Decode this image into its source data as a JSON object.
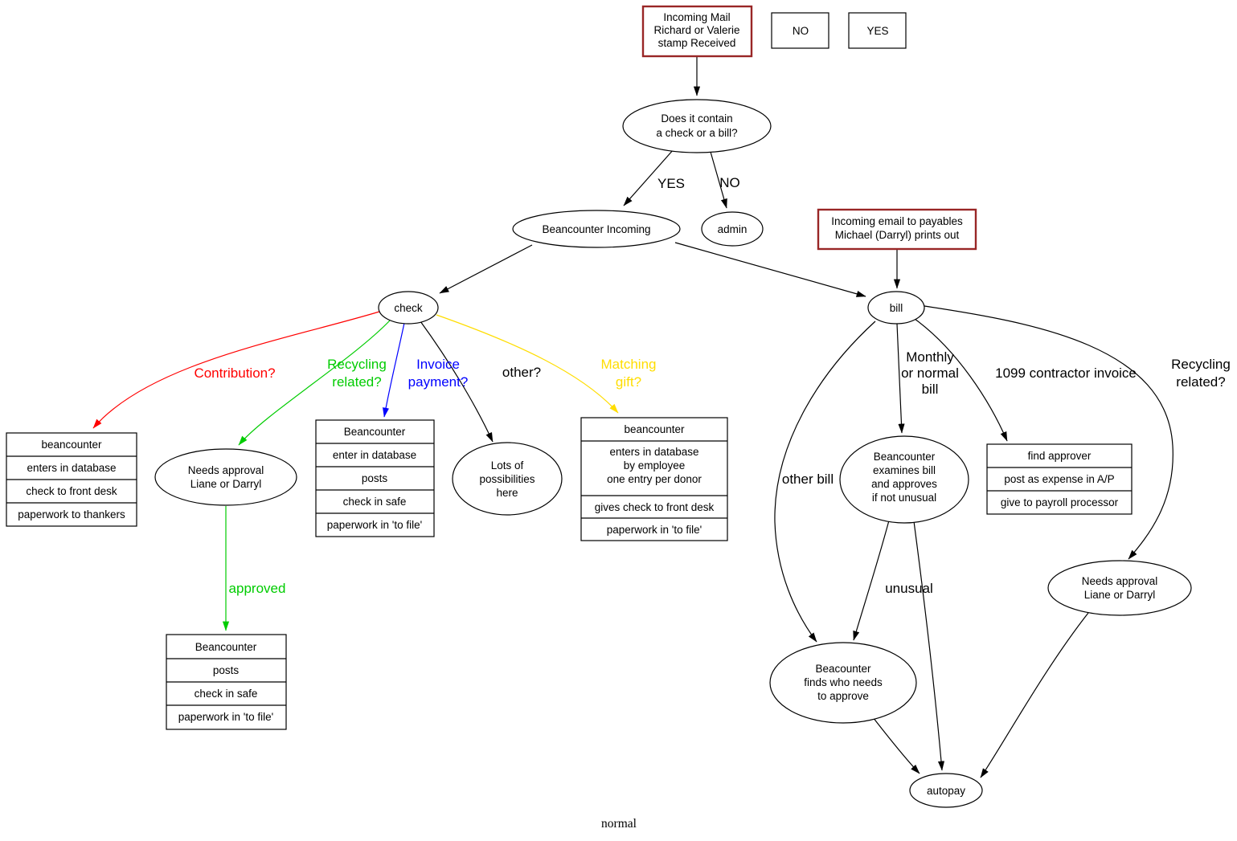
{
  "graph_label": "normal",
  "legend": {
    "no": "NO",
    "yes": "YES"
  },
  "colors": {
    "highlight_border": "#992626",
    "edge_red": "#ff0000",
    "edge_green": "#00cc00",
    "edge_blue": "#0000ff",
    "edge_yellow": "#ffdd00",
    "edge_black": "#000000"
  },
  "nodes": {
    "incoming_mail": [
      "Incoming Mail",
      "Richard or Valerie",
      "stamp Received"
    ],
    "does_it_contain": [
      "Does it contain",
      "a check or a bill?"
    ],
    "beancounter_incoming": "Beancounter Incoming",
    "admin": "admin",
    "incoming_email": [
      "Incoming email to payables",
      "Michael (Darryl) prints out"
    ],
    "check": "check",
    "bill": "bill",
    "contribution_steps": [
      "beancounter",
      "enters in database",
      "check to front desk",
      "paperwork to thankers"
    ],
    "needs_approval_left": [
      "Needs approval",
      "Liane or Darryl"
    ],
    "invoice_steps": [
      "Beancounter",
      "enter in database",
      "posts",
      "check in safe",
      "paperwork in 'to file'"
    ],
    "lots_of_possibilities": [
      "Lots of",
      "possibilities",
      "here"
    ],
    "matching_row1": "beancounter",
    "matching_row2": [
      "enters in database",
      "by employee",
      "one entry per donor"
    ],
    "matching_row3": "gives check to front desk",
    "matching_row4": "paperwork in 'to file'",
    "approved_steps": [
      "Beancounter",
      "posts",
      "check in safe",
      "paperwork in 'to file'"
    ],
    "examines_bill": [
      "Beancounter",
      "examines bill",
      "and approves",
      "if not unusual"
    ],
    "find_approver_steps": [
      "find approver",
      "post as expense in A/P",
      "give to payroll processor"
    ],
    "needs_approval_right": [
      "Needs approval",
      "Liane or Darryl"
    ],
    "finds_who": [
      "Beacounter",
      "finds who needs",
      "to approve"
    ],
    "autopay": "autopay"
  },
  "edge_labels": {
    "yes": "YES",
    "no": "NO",
    "contribution": "Contribution?",
    "recycling_left": [
      "Recycling",
      "related?"
    ],
    "invoice_payment": [
      "Invoice",
      "payment?"
    ],
    "other": "other?",
    "matching_gift": [
      "Matching",
      "gift?"
    ],
    "monthly": [
      "Monthly",
      "or normal",
      "bill"
    ],
    "contractor_1099": "1099 contractor invoice",
    "recycling_right": [
      "Recycling",
      "related?"
    ],
    "other_bill": "other bill",
    "unusual": "unusual",
    "approved": "approved"
  }
}
